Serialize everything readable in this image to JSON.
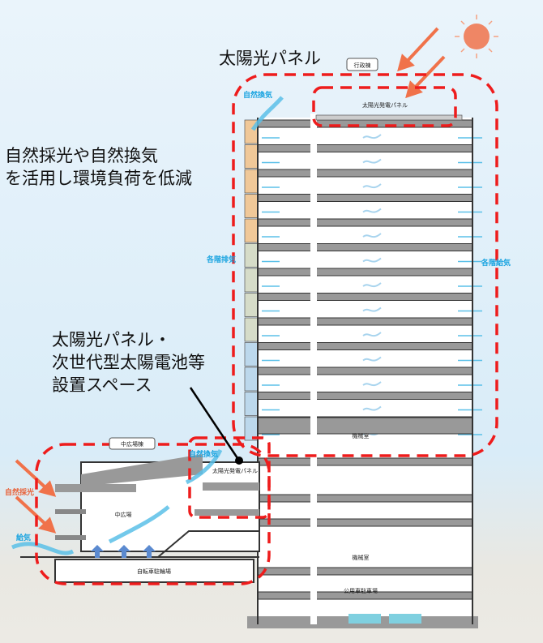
{
  "headline_solar": "太陽光パネル",
  "headline_ventilation": [
    "自然採光や自然換気",
    "を活用し環境負荷を低減"
  ],
  "headline_next_gen": [
    "太陽光パネル・",
    "次世代型太陽電池等",
    "設置スペース"
  ],
  "tower": {
    "name": "行政棟",
    "roof_panel": "太陽光発電パネル",
    "natural_vent": "自然換気",
    "exhaust": "各階排気",
    "supply": "各階給気",
    "machine_room_upper": "機械室",
    "machine_room_lower": "機械室",
    "parking": "公用車駐車場"
  },
  "plaza": {
    "name": "中広場棟",
    "hall": "中広場",
    "bike_parking": "自転車駐輪場",
    "natural_light": "自然採光",
    "supply": "給気",
    "natural_vent": "自然換気",
    "panel": "太陽光発電パネル"
  },
  "colors": {
    "dash": "#ee1c1c",
    "sun": "#f0724a",
    "air": "#5bc0e8"
  }
}
